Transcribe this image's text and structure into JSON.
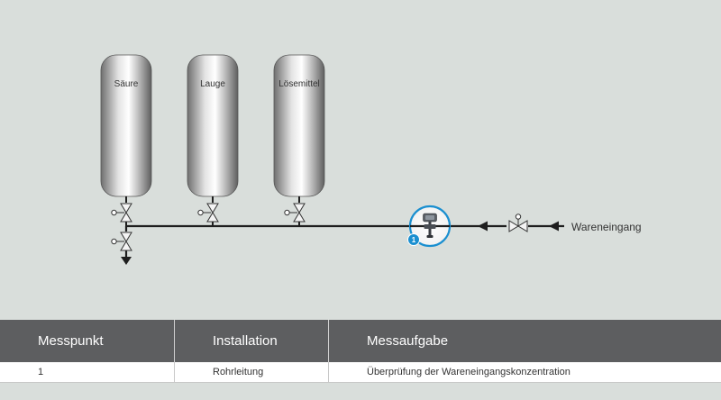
{
  "tanks": [
    {
      "label": "Säure"
    },
    {
      "label": "Lauge"
    },
    {
      "label": "Lösemittel"
    }
  ],
  "inlet": {
    "label": "Wareneingang"
  },
  "measuring_point": {
    "badge": "1",
    "badge_color": "#1a8fd0"
  },
  "table": {
    "headers": [
      "Messpunkt",
      "Installation",
      "Messaufgabe"
    ],
    "rows": [
      [
        "1",
        "Rohrleitung",
        "Überprüfung der Wareneingangskonzentration"
      ]
    ]
  },
  "colors": {
    "background": "#d9dedb",
    "header": "#5d5e60",
    "pipe": "#1e1e1e"
  }
}
